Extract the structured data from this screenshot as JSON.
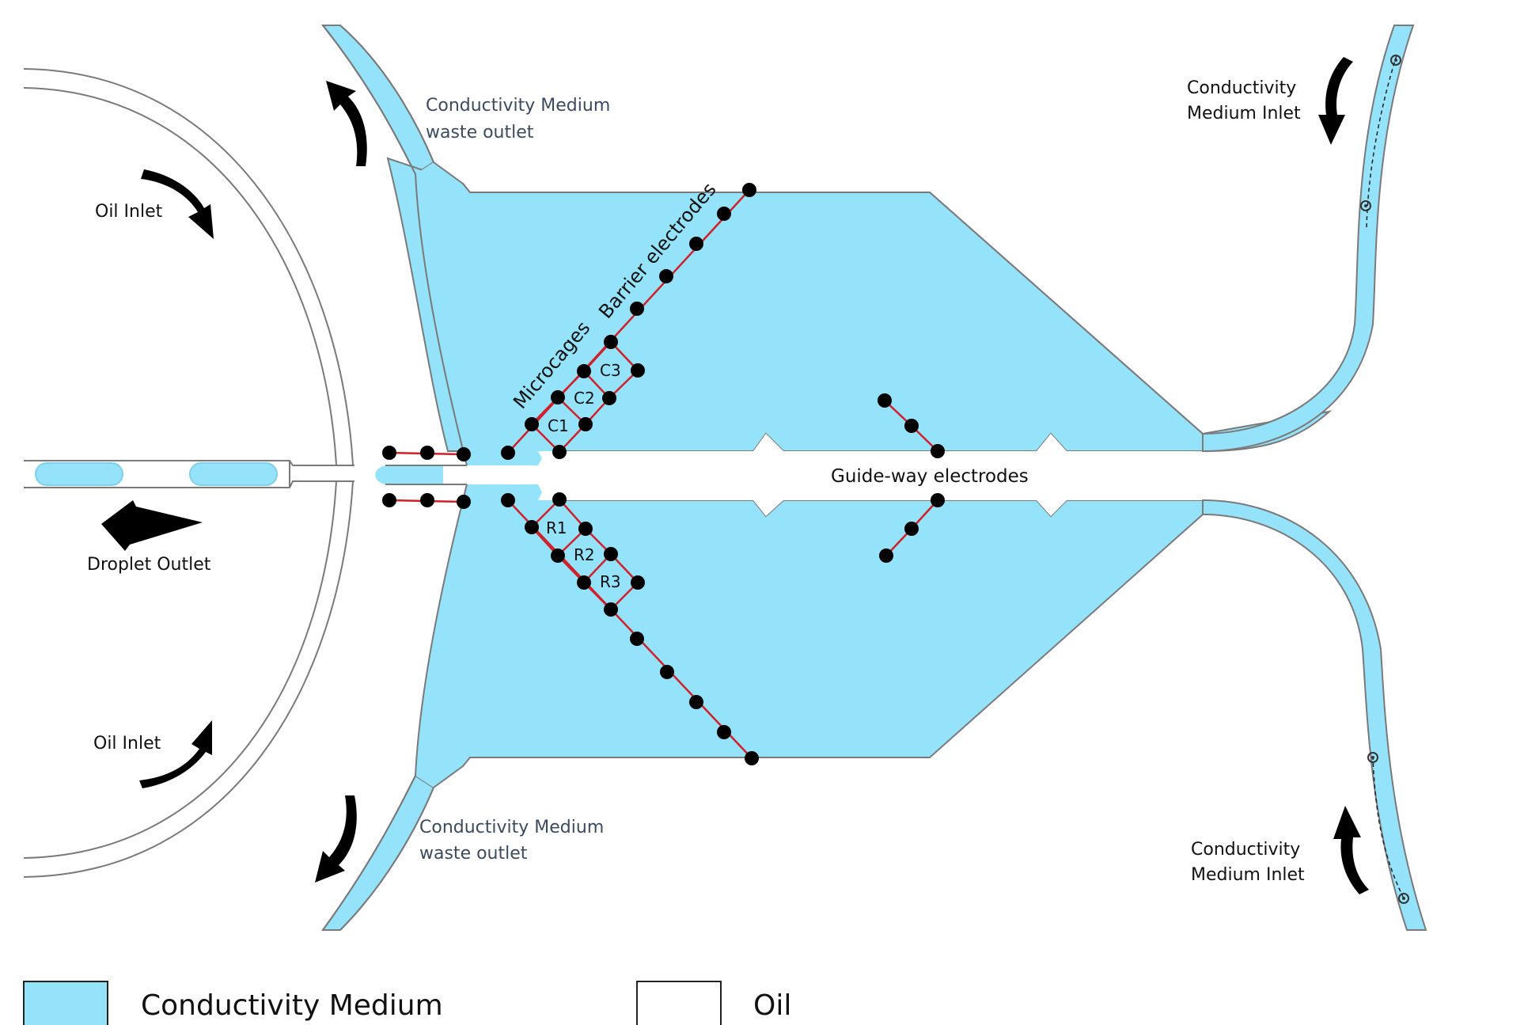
{
  "colors": {
    "medium": "#95e2fb",
    "oil": "#ffffff",
    "outline": "#7a7a7a",
    "wire": "#d0202a",
    "electrode": "#000000"
  },
  "labels": {
    "waste_outlet_top": [
      "Conductivity Medium",
      "waste outlet"
    ],
    "waste_outlet_bottom": [
      "Conductivity Medium",
      "waste outlet"
    ],
    "inlet_top": [
      "Conductivity",
      "Medium Inlet"
    ],
    "inlet_bottom": [
      "Conductivity",
      "Medium Inlet"
    ],
    "oil_inlet_top": "Oil Inlet",
    "oil_inlet_bottom": "Oil Inlet",
    "droplet_outlet": "Droplet Outlet",
    "barrier_electrodes": "Barrier electrodes",
    "microcages": "Microcages",
    "guide_way": "Guide-way electrodes",
    "cages": [
      "C1",
      "C2",
      "C3"
    ],
    "reference": [
      "R1",
      "R2",
      "R3"
    ]
  },
  "legend": [
    {
      "label": "Conductivity Medium",
      "swatch": "medium"
    },
    {
      "label": "Oil",
      "swatch": "oil"
    }
  ]
}
